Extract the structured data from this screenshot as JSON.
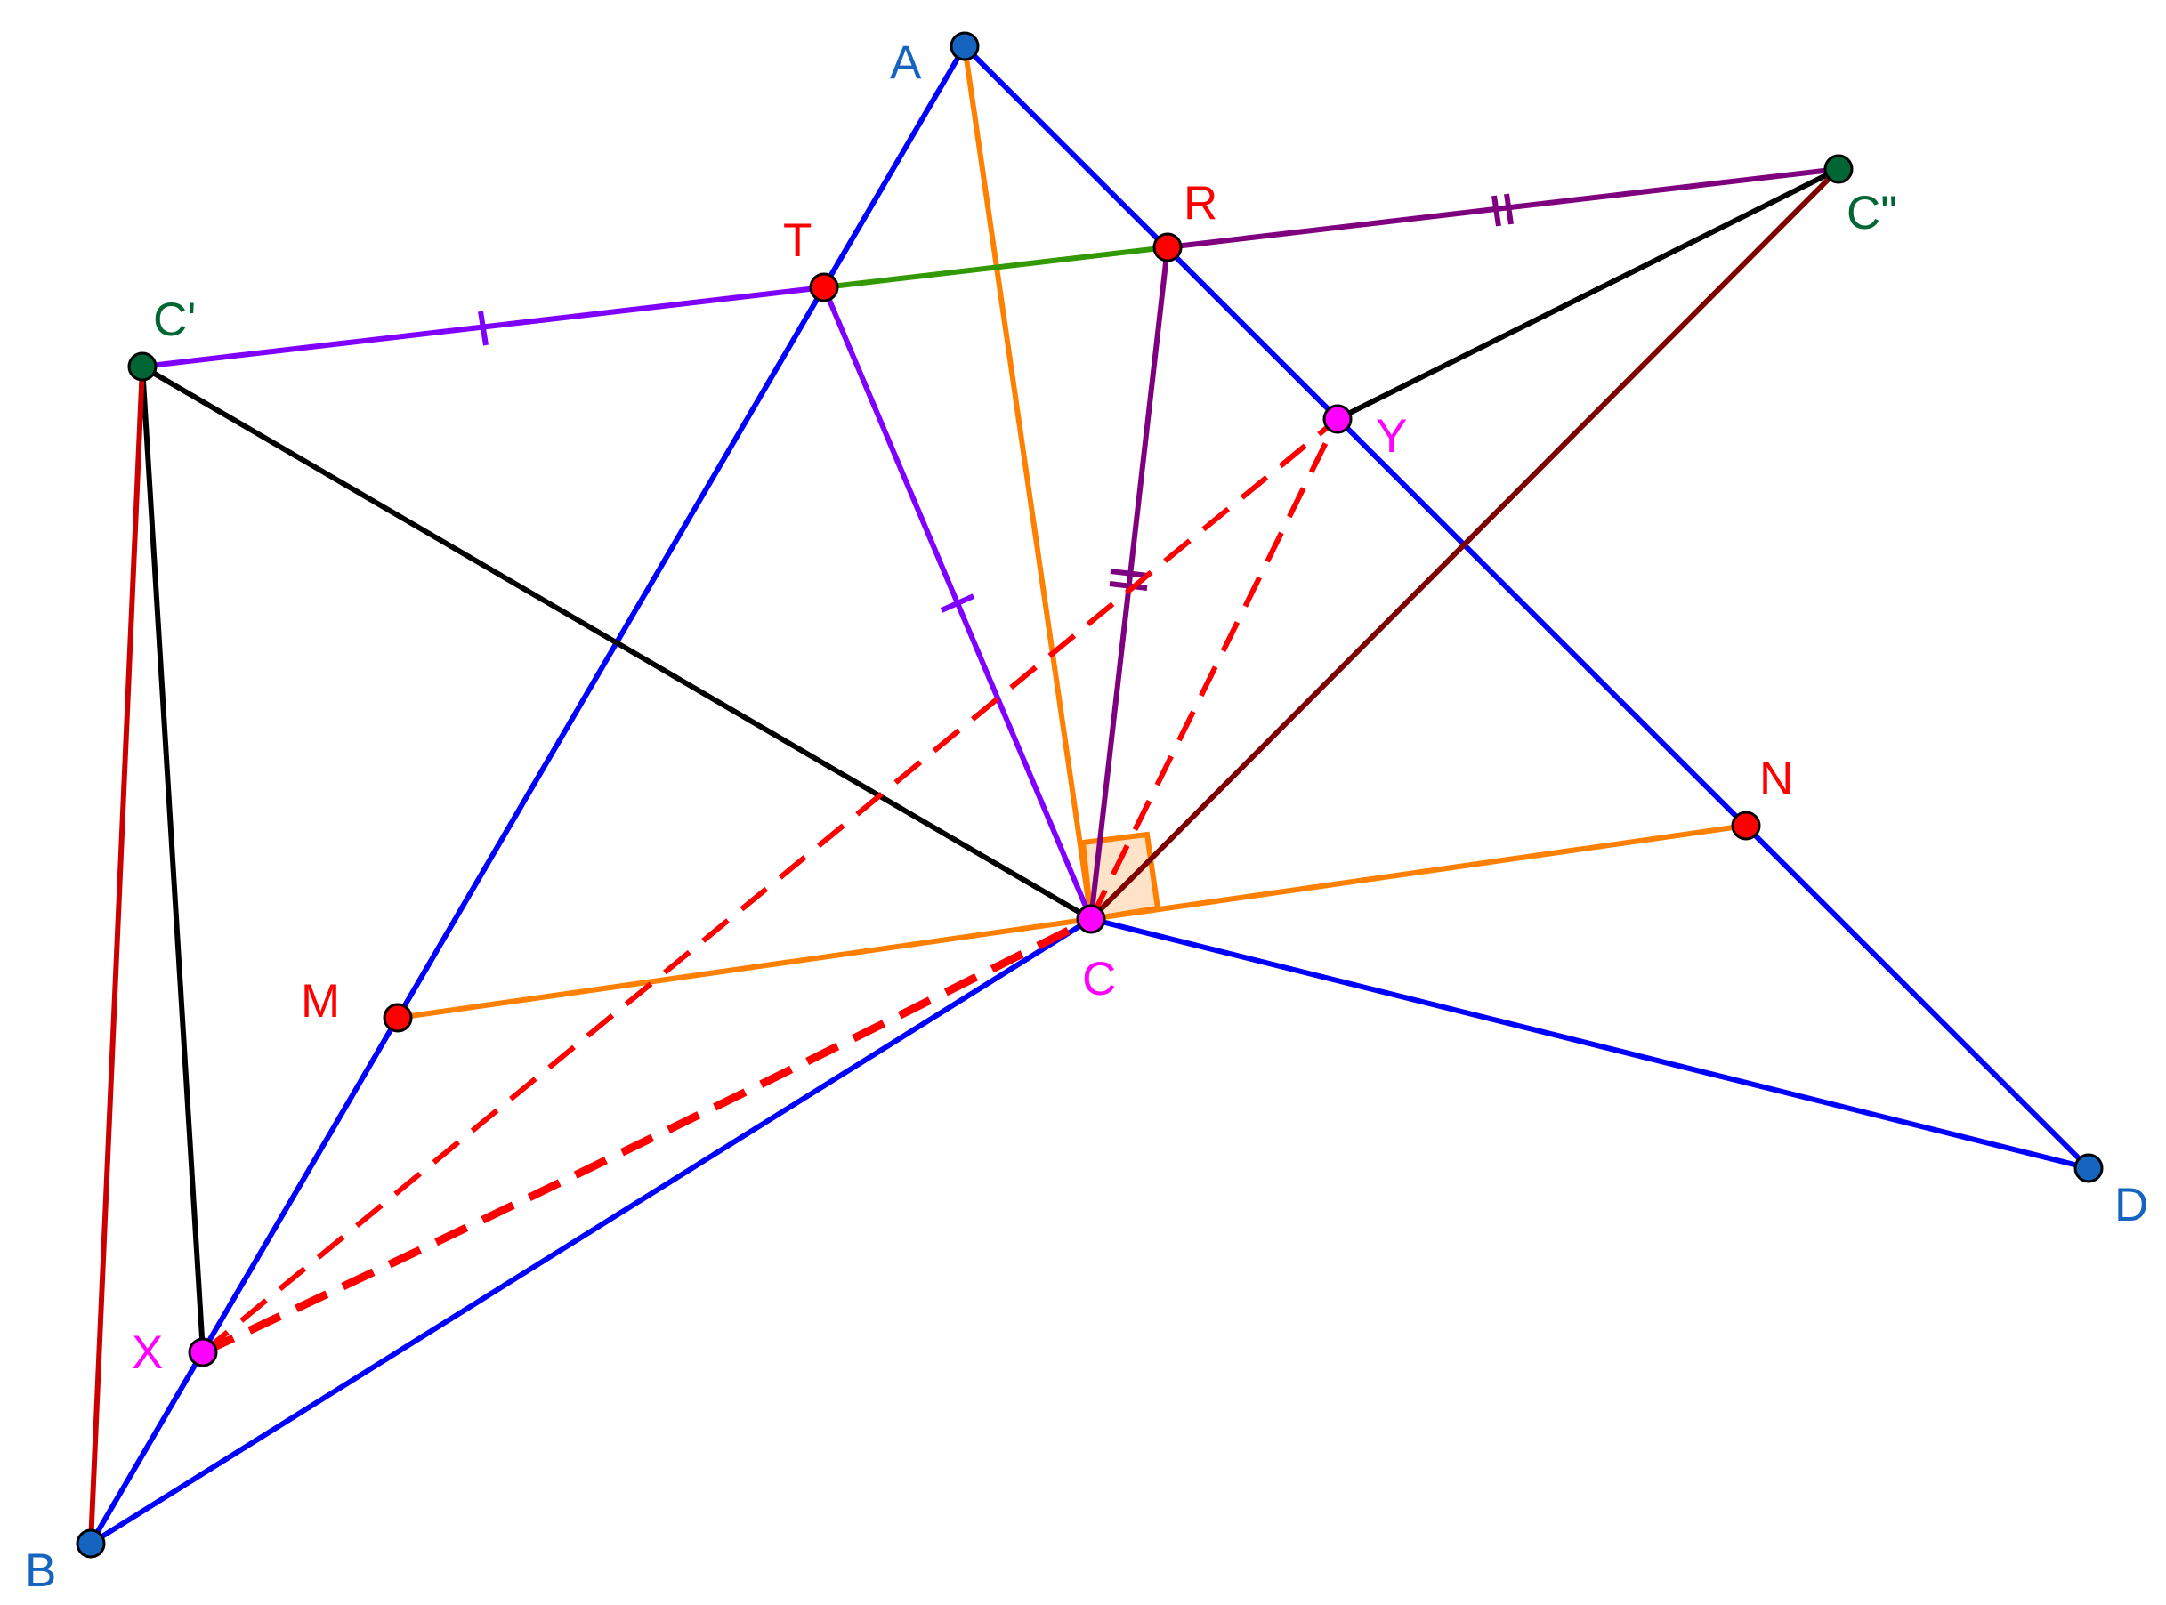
{
  "points": {
    "A": {
      "label": "A",
      "color": "#1565c0"
    },
    "B": {
      "label": "B",
      "color": "#1565c0"
    },
    "D": {
      "label": "D",
      "color": "#1565c0"
    },
    "C": {
      "label": "C",
      "color": "#ff00ff"
    },
    "X": {
      "label": "X",
      "color": "#ff00ff"
    },
    "Y": {
      "label": "Y",
      "color": "#ff00ff"
    },
    "T": {
      "label": "T",
      "color": "#ff0000"
    },
    "R": {
      "label": "R",
      "color": "#ff0000"
    },
    "M": {
      "label": "M",
      "color": "#ff0000"
    },
    "N": {
      "label": "N",
      "color": "#ff0000"
    },
    "C1": {
      "label": "C'",
      "color": "#006633"
    },
    "C2": {
      "label": "C\"",
      "color": "#006633"
    }
  },
  "colors": {
    "blue": "#0000ff",
    "orange": "#ff8000",
    "violet": "#7f00ff",
    "purple": "#7f007f",
    "green": "#339900",
    "black": "#000000",
    "darkred": "#7f0000",
    "red": "#cc0000",
    "dashed_red": "#ff0000",
    "right_angle_fill": "#ffe3c8"
  }
}
